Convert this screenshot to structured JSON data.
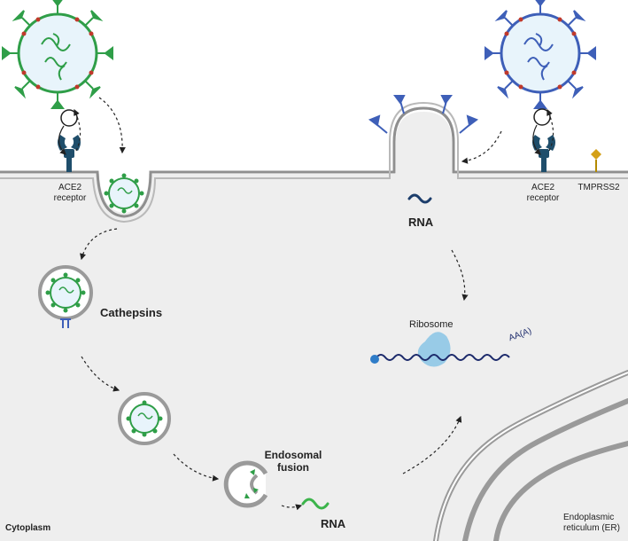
{
  "labels": {
    "ace2_left_line1": "ACE2",
    "ace2_left_line2": "receptor",
    "ace2_right_line1": "ACE2",
    "ace2_right_line2": "receptor",
    "tmprss2": "TMPRSS2",
    "rna_top": "RNA",
    "cathepsins": "Cathepsins",
    "ribosome": "Ribosome",
    "poly_a": "AA(A)",
    "endosomal_line1": "Endosomal",
    "endosomal_line2": "fusion",
    "rna_bottom": "RNA",
    "cytoplasm": "Cytoplasm",
    "er_line1": "Endoplasmic",
    "er_line2": "reticulum (ER)"
  },
  "colors": {
    "cytoplasm_fill": "#eeeeee",
    "membrane": "#8f8f8f",
    "virus_green": "#2f9e48",
    "virus_blue": "#3e5fb8",
    "spike_red": "#c0392b",
    "receptor": "#1f4e6b",
    "tmprss2": "#d4a017",
    "rna_green": "#3cb44b",
    "rna_navy": "#1c2a6b",
    "ribosome": "#8ec6e6"
  }
}
